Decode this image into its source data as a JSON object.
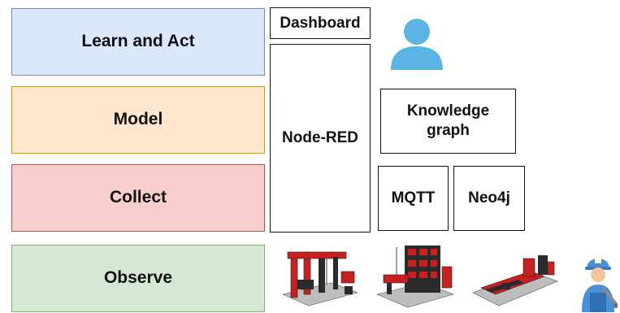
{
  "layers": [
    {
      "label": "Learn and Act",
      "fill": "#dae8fc",
      "stroke": "#6c8ebf"
    },
    {
      "label": "Model",
      "fill": "#ffe6cc",
      "stroke": "#d79b00"
    },
    {
      "label": "Collect",
      "fill": "#f8cecc",
      "stroke": "#b85450"
    },
    {
      "label": "Observe",
      "fill": "#d5e8d4",
      "stroke": "#82b366"
    }
  ],
  "components": {
    "dashboard": "Dashboard",
    "node_red": "Node-RED",
    "knowledge_graph": "Knowledge graph",
    "mqtt": "MQTT",
    "neo4j": "Neo4j"
  },
  "icons": {
    "user": "user-icon",
    "worker": "worker-icon",
    "machines": [
      "machine-crane-icon",
      "machine-storage-icon",
      "machine-conveyor-icon"
    ]
  },
  "colors": {
    "user_icon": "#5ab4e6",
    "machine_red": "#c8201e",
    "machine_dark": "#2b2b2b"
  }
}
